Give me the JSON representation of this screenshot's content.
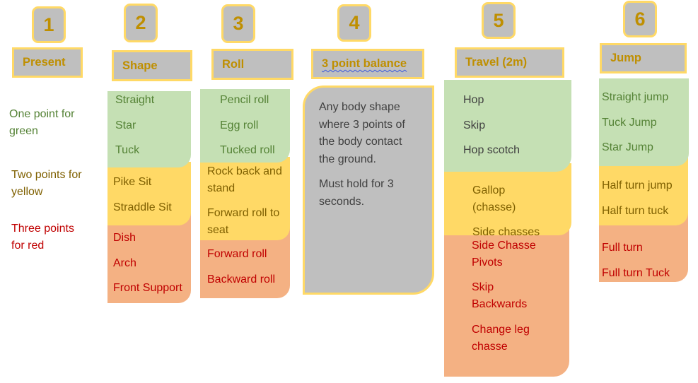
{
  "legend": {
    "green": "One point for green",
    "yellow": "Two points for yellow",
    "red": "Three points for red"
  },
  "colors": {
    "green_fill": "#c5e0b4",
    "green_text": "#548235",
    "yellow_fill": "#ffd966",
    "yellow_text": "#7f6000",
    "red_fill": "#f4b183",
    "red_text": "#c00000",
    "grey_fill": "#bfbfbf",
    "heading_text": "#bf8f00"
  },
  "stations": [
    {
      "number": "1",
      "label": "Present"
    },
    {
      "number": "2",
      "label": "Shape",
      "green": [
        "Straight",
        "Star",
        "Tuck"
      ],
      "yellow": [
        "Pike Sit",
        "Straddle Sit"
      ],
      "red": [
        "Dish",
        "Arch",
        "Front Support"
      ]
    },
    {
      "number": "3",
      "label": "Roll",
      "green": [
        "Pencil roll",
        "Egg roll",
        "Tucked roll"
      ],
      "yellow": [
        "Rock back and stand",
        "Forward roll to seat"
      ],
      "red": [
        "Forward roll",
        "Backward roll"
      ]
    },
    {
      "number": "4",
      "label": "3 point balance",
      "text": [
        "Any body shape where 3 points of the body contact the ground.",
        "Must hold for 3 seconds."
      ]
    },
    {
      "number": "5",
      "label": "Travel (2m)",
      "green": [
        "Hop",
        "Skip",
        "Hop scotch"
      ],
      "yellow": [
        "Gallop (chasse)",
        "Side chasses"
      ],
      "red": [
        "Side Chasse Pivots",
        "Skip Backwards",
        "Change leg chasse"
      ]
    },
    {
      "number": "6",
      "label": "Jump",
      "green": [
        "Straight jump",
        "Tuck Jump",
        "Star Jump"
      ],
      "yellow": [
        "Half turn jump",
        "Half turn tuck"
      ],
      "red": [
        "Full turn",
        "Full turn Tuck"
      ]
    }
  ]
}
